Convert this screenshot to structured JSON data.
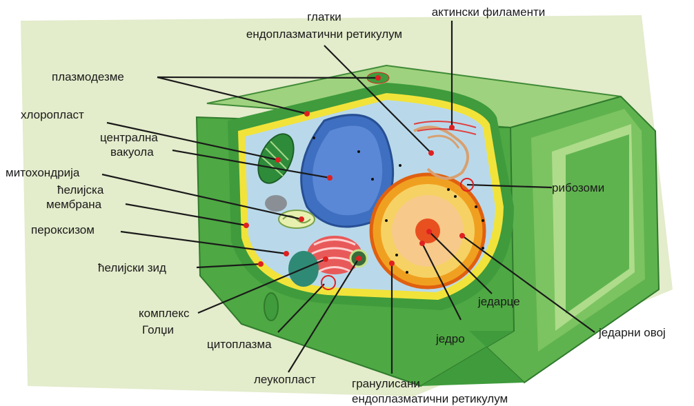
{
  "labels": {
    "smooth_er_1": "глатки",
    "smooth_er_2": "ендоплазматични ретикулум",
    "actin": "актински филаменти",
    "plasmodesmata": "плазмодезме",
    "chloroplast": "хлоропласт",
    "central_vacuole_1": "централна",
    "central_vacuole_2": "вакуола",
    "mitochondria": "митохондрија",
    "cell_membrane_1": "ћелијска",
    "cell_membrane_2": "мембрана",
    "peroxisome": "пероксизом",
    "cell_wall": "ћелијски зид",
    "golgi_1": "комплекс",
    "golgi_2": "Голџи",
    "cytoplasm": "цитоплазма",
    "leucoplast": "леукопласт",
    "rough_er_1": "гранулисани",
    "rough_er_2": "ендоплазматични ретикулум",
    "nucleolus": "једарце",
    "nucleus": "једро",
    "nuclear_envelope": "једарни овој",
    "ribosomes": "рибозоми"
  },
  "colors": {
    "background_wash": "#e3eccb",
    "wall_dark": "#3f9b3c",
    "wall_mid": "#5fb34f",
    "wall_light": "#9fd27e",
    "membrane": "#f2e33a",
    "cytoplasm": "#b9d9ea",
    "vacuole": "#3f6fc0",
    "nucleus_outer": "#f0a020",
    "nucleus_inner": "#f7c98a",
    "leader_line": "#1a1a1a",
    "marker_dot": "#e02020"
  }
}
